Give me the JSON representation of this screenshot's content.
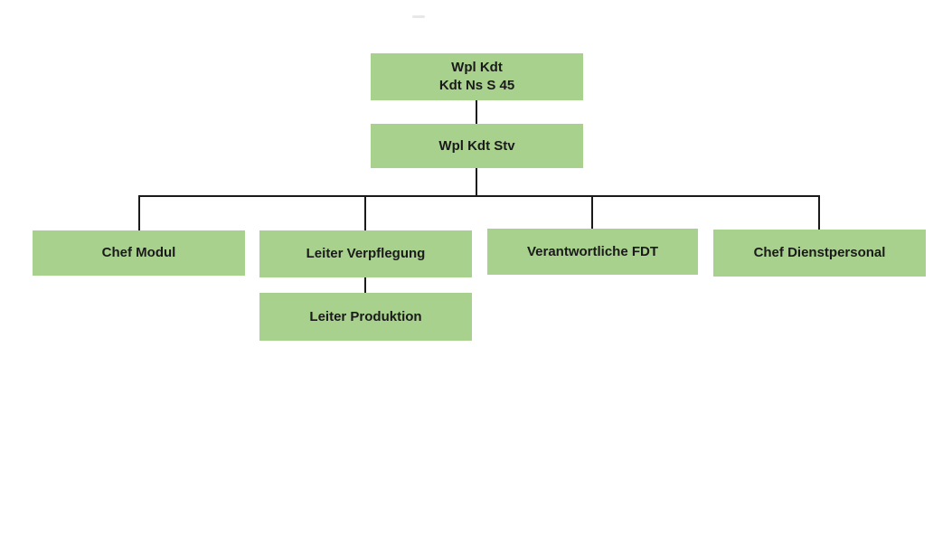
{
  "page": {
    "background_color": "#ffffff"
  },
  "diagram": {
    "type": "org-chart",
    "node_fill_color": "#a9d18e",
    "node_text_color": "#1a1a1a",
    "connector_color": "#1a1a1a",
    "nodes": {
      "commander": {
        "line1": "Wpl Kdt",
        "line2": "Kdt Ns S 45"
      },
      "deputy": {
        "label": "Wpl Kdt Stv"
      },
      "chef_modul": {
        "label": "Chef Modul"
      },
      "leiter_verpflegung": {
        "label": "Leiter Verpflegung"
      },
      "verantwortliche_fdt": {
        "label": "Verantwortliche FDT"
      },
      "chef_dienstpersonal": {
        "label": "Chef Dienstpersonal"
      },
      "leiter_produktion": {
        "label": "Leiter Produktion"
      }
    },
    "edges": [
      {
        "from": "commander",
        "to": "deputy"
      },
      {
        "from": "deputy",
        "to": "chef_modul"
      },
      {
        "from": "deputy",
        "to": "leiter_verpflegung"
      },
      {
        "from": "deputy",
        "to": "verantwortliche_fdt"
      },
      {
        "from": "deputy",
        "to": "chef_dienstpersonal"
      },
      {
        "from": "leiter_verpflegung",
        "to": "leiter_produktion"
      }
    ]
  }
}
